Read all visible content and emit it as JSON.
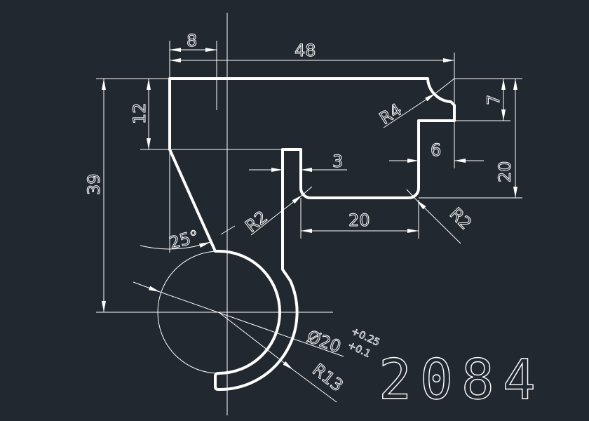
{
  "drawing": {
    "part_number": "2084",
    "colors": {
      "background": "#212830",
      "lines": "#ffffff"
    },
    "dimensions": {
      "width_top_offset": "8",
      "overall_width": "48",
      "left_height": "12",
      "overall_height": "39",
      "right_step_height": "7",
      "right_height": "20",
      "right_step_width": "6",
      "tab_width": "3",
      "slot_width": "20",
      "corner_radius_top": "R4",
      "fillet_left": "R2",
      "fillet_right": "R2",
      "angle": "25°",
      "bore_diameter": "Ø20",
      "bore_tol_upper": "+0.25",
      "bore_tol_lower": "+0.1",
      "outer_radius": "R13"
    }
  }
}
